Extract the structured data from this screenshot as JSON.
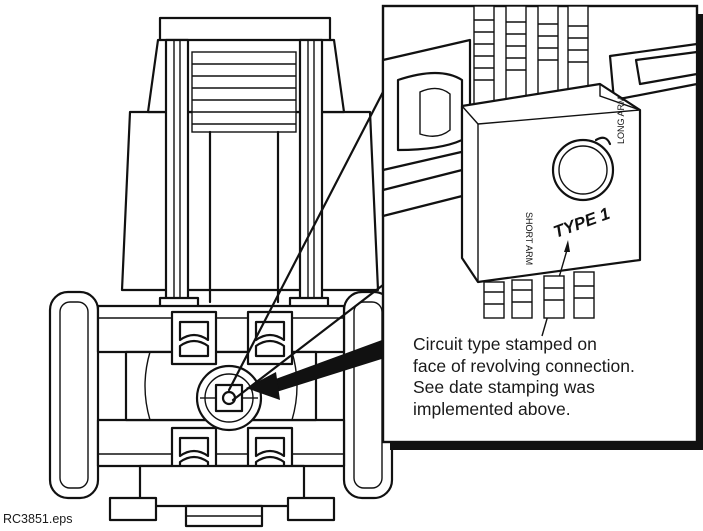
{
  "callout": {
    "lines": [
      "Circuit type stamped on",
      "face of revolving connection.",
      "See date stamping was",
      "implemented above."
    ]
  },
  "stamp_labels": {
    "type": "TYPE 1",
    "short_arm": "SHORT ARM",
    "long_arm": "LONG ARM"
  },
  "figure_id": "RC3851.eps"
}
